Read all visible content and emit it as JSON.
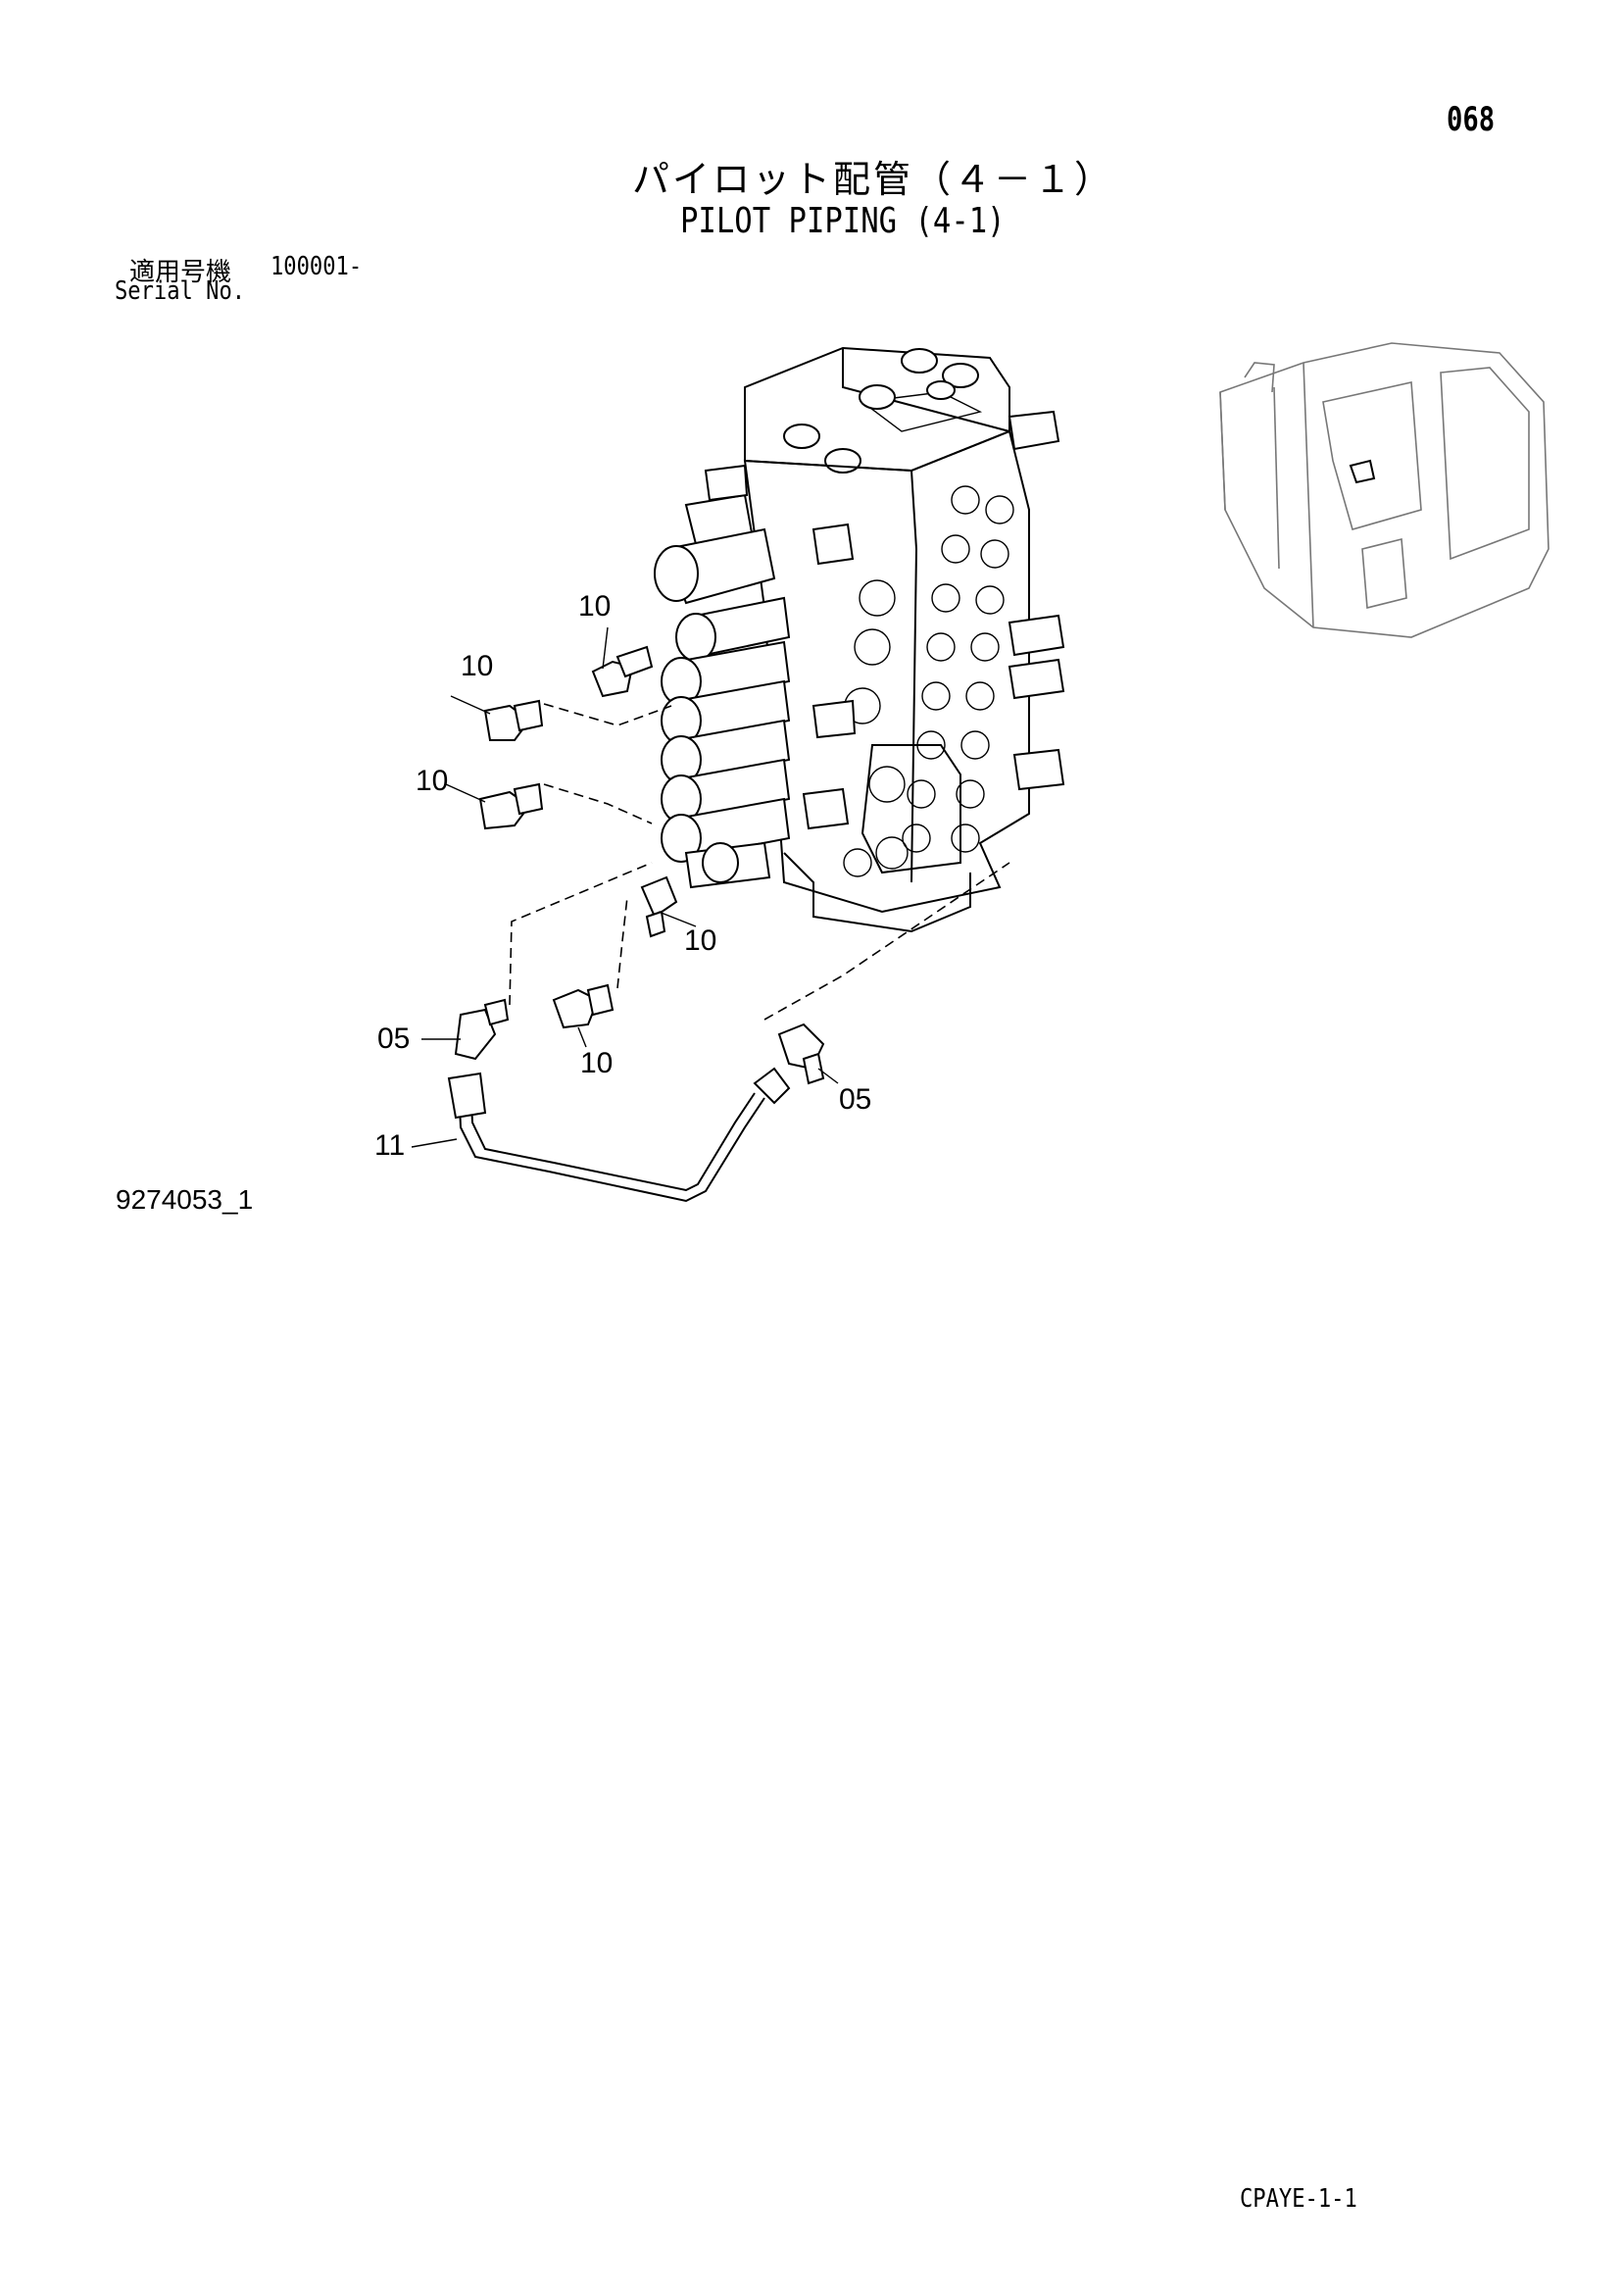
{
  "page_number": "068",
  "title_jp": "パイロット配管（４－１）",
  "title_en": "PILOT PIPING (4-1)",
  "serial": {
    "label_jp": "適用号機",
    "value": "100001-",
    "label_en": "Serial No."
  },
  "callouts": [
    "10",
    "10",
    "10",
    "10",
    "05",
    "10",
    "05",
    "11"
  ],
  "figure_id": "9274053_1",
  "footer_code": "CPAYE-1-1"
}
